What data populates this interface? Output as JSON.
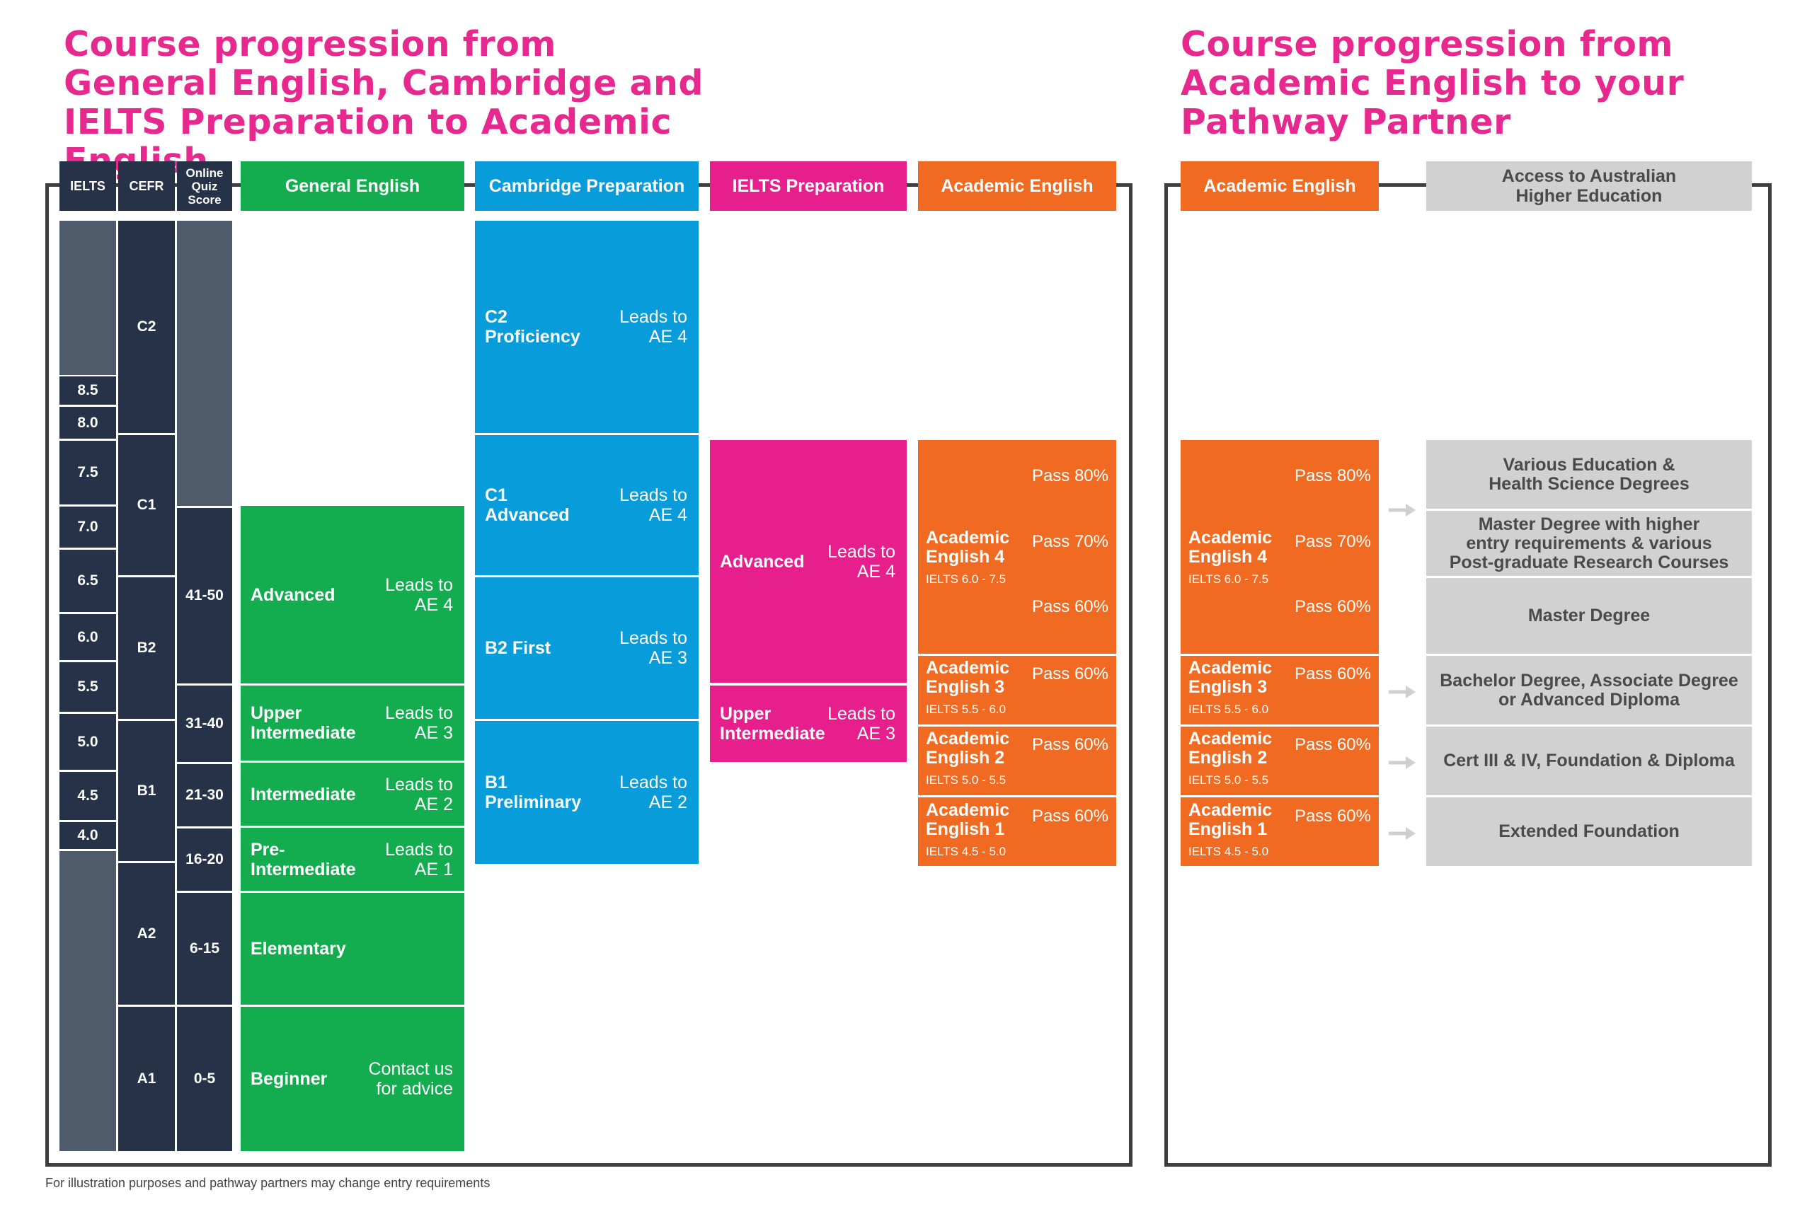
{
  "left_panel": {
    "title_lines": [
      "Course progression from",
      "General English, Cambridge and",
      "IELTS Preparation to Academic English"
    ],
    "headers": {
      "ielts": "IELTS",
      "cefr": "CEFR",
      "quiz": "Online Quiz Score",
      "general": "General English",
      "cambridge": "Cambridge Preparation",
      "ielts_prep": "IELTS Preparation",
      "academic": "Academic English"
    },
    "ielts_scores": [
      "8.5",
      "8.0",
      "7.5",
      "7.0",
      "6.5",
      "6.0",
      "5.5",
      "5.0",
      "4.5",
      "4.0"
    ],
    "cefr_levels": [
      "C2",
      "C1",
      "B2",
      "B1",
      "A2",
      "A1"
    ],
    "quiz_scores": [
      "41-50",
      "31-40",
      "21-30",
      "16-20",
      "6-15",
      "0-5"
    ],
    "general_english": [
      {
        "name": "Advanced",
        "leads": "Leads to\nAE 4"
      },
      {
        "name": "Upper\nIntermediate",
        "leads": "Leads to\nAE 3"
      },
      {
        "name": "Intermediate",
        "leads": "Leads to\nAE 2"
      },
      {
        "name": "Pre-\nIntermediate",
        "leads": "Leads to\nAE 1"
      },
      {
        "name": "Elementary",
        "leads": ""
      },
      {
        "name": "Beginner",
        "leads": "Contact us\nfor advice"
      }
    ],
    "cambridge": [
      {
        "name": "C2\nProficiency",
        "leads": "Leads to\nAE 4"
      },
      {
        "name": "C1\nAdvanced",
        "leads": "Leads to\nAE 4"
      },
      {
        "name": "B2 First",
        "leads": "Leads to\nAE 3"
      },
      {
        "name": "B1\nPreliminary",
        "leads": "Leads to\nAE 2"
      }
    ],
    "ielts_prep": [
      {
        "name": "Advanced",
        "leads": "Leads to\nAE 4"
      },
      {
        "name": "Upper\nIntermediate",
        "leads": "Leads to\nAE 3"
      }
    ],
    "academic": [
      {
        "name": "Academic\nEnglish 4",
        "ielts": "IELTS 6.0 - 7.5",
        "passes": [
          "Pass 80%",
          "Pass 70%",
          "Pass 60%"
        ]
      },
      {
        "name": "Academic\nEnglish 3",
        "ielts": "IELTS 5.5 - 6.0",
        "passes": [
          "Pass 60%"
        ]
      },
      {
        "name": "Academic\nEnglish 2",
        "ielts": "IELTS 5.0 - 5.5",
        "passes": [
          "Pass 60%"
        ]
      },
      {
        "name": "Academic\nEnglish 1",
        "ielts": "IELTS 4.5 - 5.0",
        "passes": [
          "Pass 60%"
        ]
      }
    ]
  },
  "right_panel": {
    "title_lines": [
      "Course progression from",
      "Academic English to your",
      "Pathway Partner"
    ],
    "headers": {
      "academic": "Academic English",
      "access": "Access to Australian\nHigher Education"
    },
    "academic": [
      {
        "name": "Academic\nEnglish 4",
        "ielts": "IELTS 6.0 - 7.5",
        "passes": [
          "Pass 80%",
          "Pass 70%",
          "Pass 60%"
        ]
      },
      {
        "name": "Academic\nEnglish 3",
        "ielts": "IELTS 5.5 - 6.0",
        "passes": [
          "Pass 60%"
        ]
      },
      {
        "name": "Academic\nEnglish 2",
        "ielts": "IELTS 5.0 - 5.5",
        "passes": [
          "Pass 60%"
        ]
      },
      {
        "name": "Academic\nEnglish 1",
        "ielts": "IELTS 4.5 - 5.0",
        "passes": [
          "Pass 60%"
        ]
      }
    ],
    "destinations": [
      "Various Education &\nHealth Science Degrees",
      "Master Degree with higher\nentry requirements & various\nPost-graduate Research Courses",
      "Master Degree",
      "Bachelor Degree, Associate Degree\nor Advanced Diploma",
      "Cert III & IV, Foundation & Diploma",
      "Extended Foundation"
    ]
  },
  "footnote": "For illustration purposes and pathway partners may change entry requirements",
  "colors": {
    "title": "#e6288f",
    "general": "#13ad4f",
    "cambridge": "#089dda",
    "ielts_prep": "#e61f8c",
    "academic": "#f06a22",
    "destination": "#d1d1d1",
    "navy": "#263248",
    "slate": "#4f5a6b"
  }
}
